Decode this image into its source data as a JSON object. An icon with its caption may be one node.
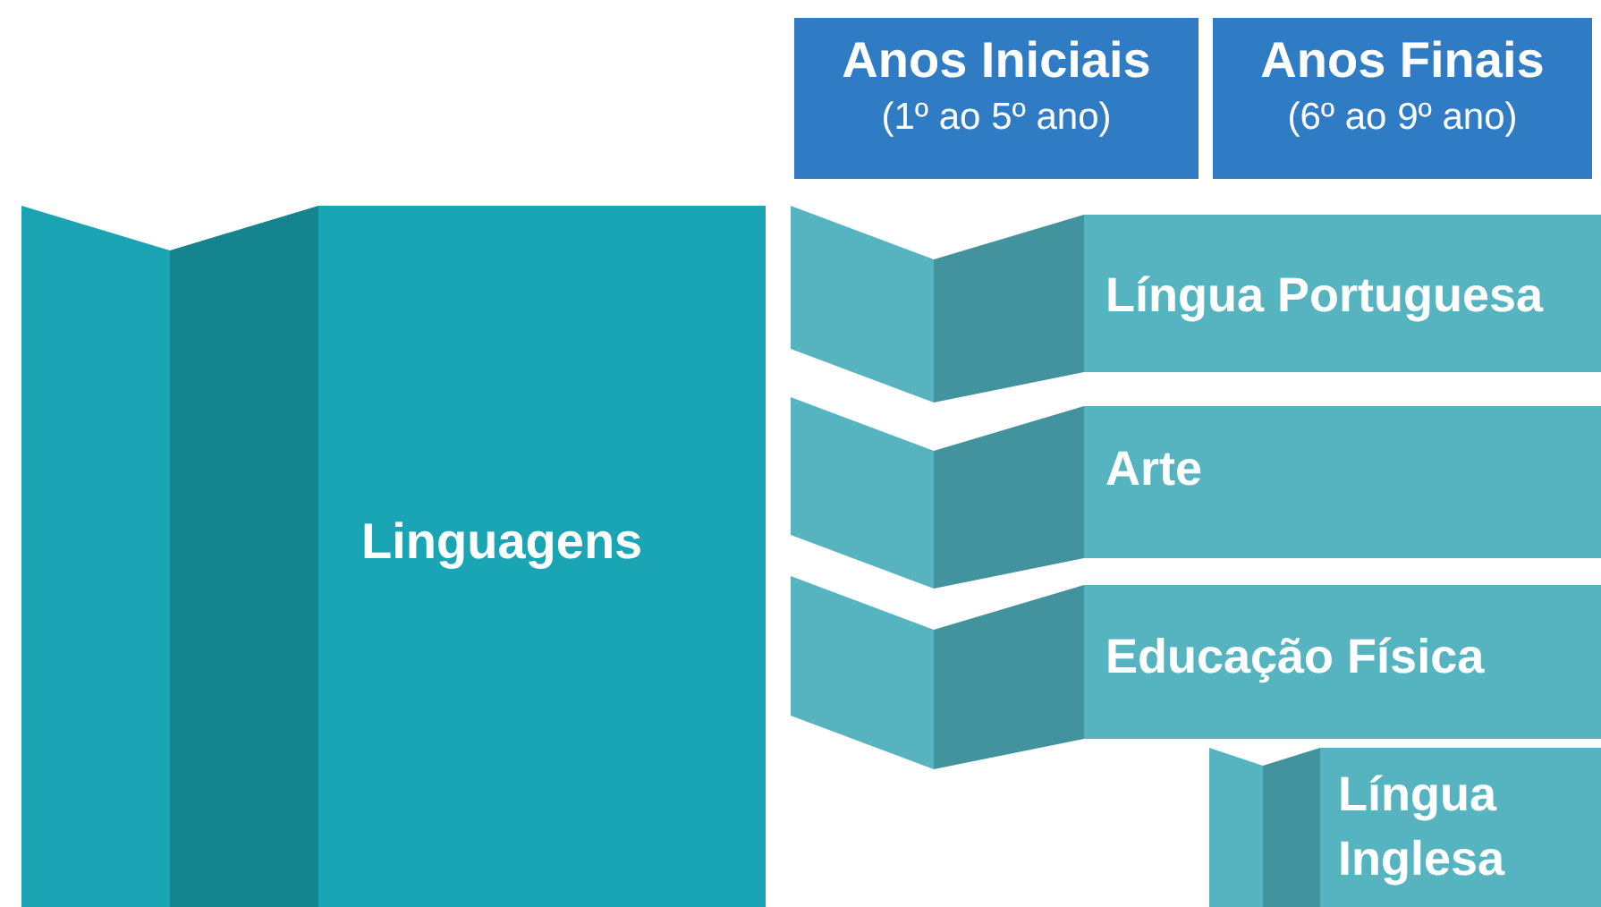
{
  "diagram": {
    "nodes": [
      {
        "text": [
          "Anos Iniciais",
          "(1º ao 5º ano)"
        ]
      },
      {
        "text": [
          "Anos Finais",
          "(6º ao 9º ano)"
        ]
      },
      {
        "text": [
          "Linguagens"
        ]
      },
      {
        "text": [
          "Língua Portuguesa"
        ]
      },
      {
        "text": [
          "Arte"
        ]
      },
      {
        "text": [
          "Educação Física"
        ]
      },
      {
        "text": [
          "Língua Inglesa"
        ]
      }
    ]
  }
}
